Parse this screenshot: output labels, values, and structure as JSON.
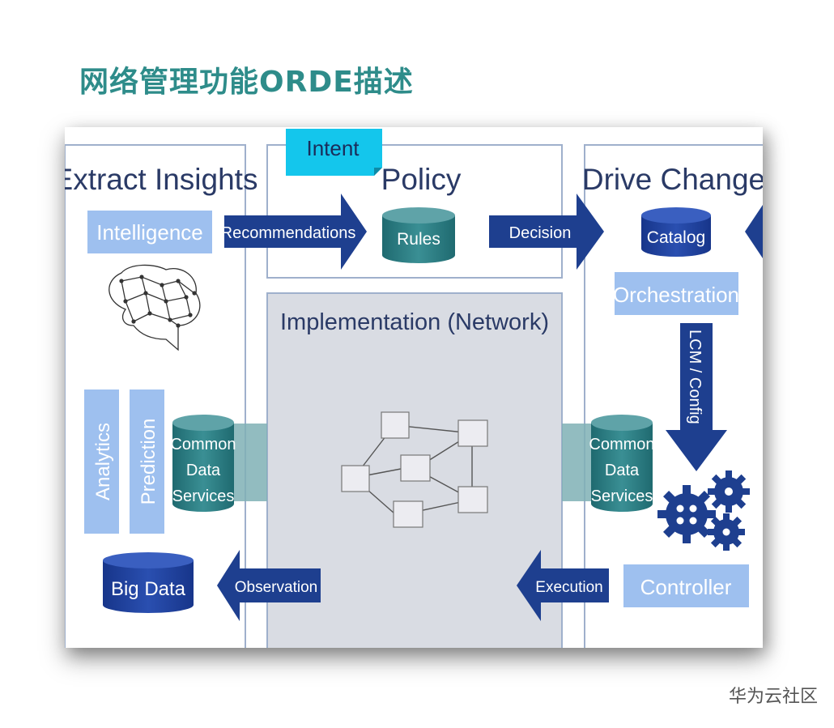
{
  "title": "网络管理功能ORDE描述",
  "watermark": "华为云社区",
  "diagram": {
    "extract": {
      "heading": "Extract Insights",
      "intelligence": "Intelligence",
      "analytics": "Analytics",
      "prediction": "Prediction",
      "cds_line1": "Common",
      "cds_line2": "Data",
      "cds_line3": "Services",
      "big_data": "Big Data"
    },
    "policy": {
      "intent": "Intent",
      "heading": "Policy",
      "rules": "Rules"
    },
    "implementation": {
      "heading": "Implementation (Network)"
    },
    "drive": {
      "heading": "Drive Change",
      "catalog": "Catalog",
      "orchestration": "Orchestration",
      "lcm": "LCM / Config",
      "cds_line1": "Common",
      "cds_line2": "Data",
      "cds_line3": "Services",
      "controller": "Controller"
    },
    "arrows": {
      "recommendations": "Recommendations",
      "decision": "Decision",
      "observation": "Observation",
      "execution": "Execution"
    },
    "colors": {
      "title": "#2e8c8a",
      "light_blue": "#9ec0ef",
      "light_blue_text": "#ffffff",
      "dark_blue": "#1e3f8f",
      "teal": "#2f7f84",
      "panel_grey": "#d9dce3",
      "panel_border": "#9fb0cc",
      "cyan_note": "#14c6ec"
    }
  }
}
